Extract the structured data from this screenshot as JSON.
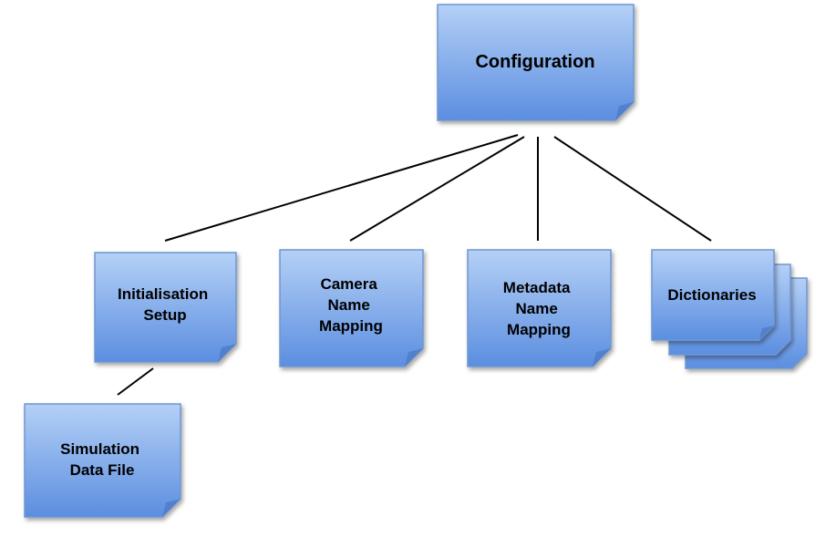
{
  "colors": {
    "box_fill_top": "#b4d0f6",
    "box_fill_bottom": "#5b8ee0",
    "box_stroke": "#6f96cf",
    "connector": "#000000"
  },
  "nodes": {
    "configuration": {
      "lines": [
        "Configuration"
      ]
    },
    "initialisation_setup": {
      "lines": [
        "Initialisation",
        "Setup"
      ]
    },
    "camera_name_mapping": {
      "lines": [
        "Camera",
        "Name",
        "Mapping"
      ]
    },
    "metadata_name_mapping": {
      "lines": [
        "Metadata",
        "Name",
        "Mapping"
      ]
    },
    "dictionaries": {
      "lines": [
        "Dictionaries"
      ]
    },
    "simulation_data_file": {
      "lines": [
        "Simulation",
        "Data File"
      ]
    }
  }
}
